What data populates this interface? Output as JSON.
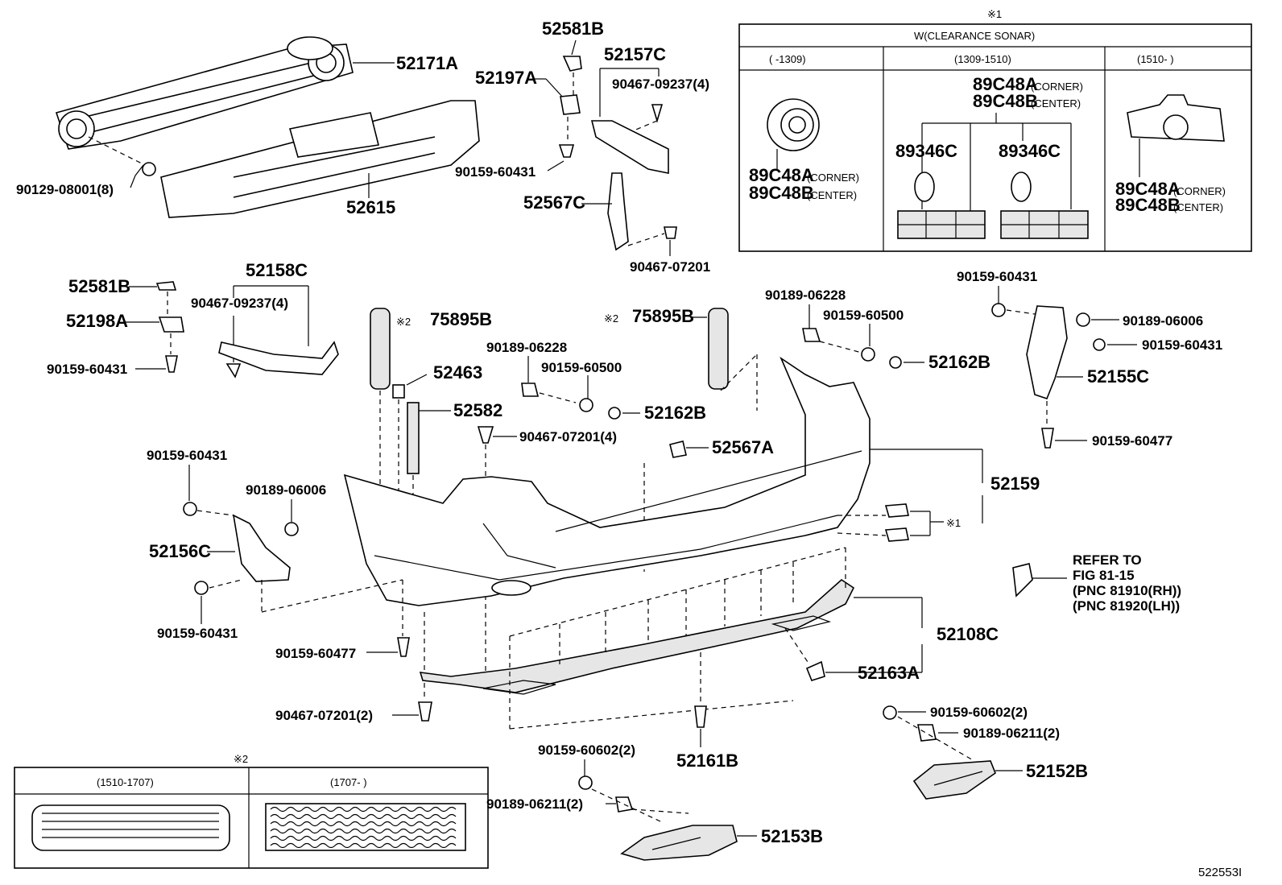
{
  "callouts": {
    "p52171A": "52171A",
    "p52615": "52615",
    "p90129_08001": "90129-08001(8)",
    "p52581B_top": "52581B",
    "p52197A": "52197A",
    "p52157C": "52157C",
    "p90467_09237_top": "90467-09237(4)",
    "p90159_60431_top": "90159-60431",
    "p52567C": "52567C",
    "p90467_07201_top": "90467-07201",
    "p52581B_left": "52581B",
    "p52158C": "52158C",
    "p90467_09237_left": "90467-09237(4)",
    "p52198A": "52198A",
    "p90159_60431_left": "90159-60431",
    "p75895B_left": "75895B",
    "p52463": "52463",
    "p52582": "52582",
    "p90189_06228_mid": "90189-06228",
    "p90159_60500_mid": "90159-60500",
    "p52162B_mid": "52162B",
    "p90467_07201_4": "90467-07201(4)",
    "p52567A": "52567A",
    "p75895B_right": "75895B",
    "p90189_06228_right": "90189-06228",
    "p90159_60500_right": "90159-60500",
    "p52162B_right": "52162B",
    "p90159_60431_rt": "90159-60431",
    "p90189_06006_rt": "90189-06006",
    "p90159_60431_rt2": "90159-60431",
    "p52155C": "52155C",
    "p90159_60477_rt": "90159-60477",
    "p52159": "52159",
    "p90159_60431_l1": "90159-60431",
    "p90189_06006_l": "90189-06006",
    "p52156C": "52156C",
    "p90159_60431_l2": "90159-60431",
    "p90159_60477_l": "90159-60477",
    "p90467_07201_2": "90467-07201(2)",
    "p52108C": "52108C",
    "p52163A": "52163A",
    "p52161B": "52161B",
    "p90159_60602_bl": "90159-60602(2)",
    "p90189_06211_bl": "90189-06211(2)",
    "p52153B": "52153B",
    "p90159_60602_br": "90159-60602(2)",
    "p90189_06211_br": "90189-06211(2)",
    "p52152B": "52152B",
    "ref_note": "※1",
    "ref_note2": "※2",
    "ref_note2b": "※2"
  },
  "refer": {
    "line1": "REFER TO",
    "line2": "FIG 81-15",
    "line3": "(PNC 81910(RH))",
    "line4": "(PNC 81920(LH))"
  },
  "sonar_table": {
    "mark": "※1",
    "title": "W(CLEARANCE SONAR)",
    "col1": "(      -1309)",
    "col2": "(1309-1510)",
    "col3": "(1510-      )",
    "c1_a": "89C48A",
    "c1_a_sub": "(CORNER)",
    "c1_b": "89C48B",
    "c1_b_sub": "(CENTER)",
    "c2_a": "89C48A",
    "c2_a_sub": "(CORNER)",
    "c2_b": "89C48B",
    "c2_b_sub": "(CENTER)",
    "c2_l": "89346C",
    "c2_r": "89346C",
    "c3_a": "89C48A",
    "c3_a_sub": "(CORNER)",
    "c3_b": "89C48B",
    "c3_b_sub": "(CENTER)"
  },
  "reflector_table": {
    "mark": "※2",
    "col1": "(1510-1707)",
    "col2": "(1707-      )"
  },
  "figure_id": "522553I"
}
